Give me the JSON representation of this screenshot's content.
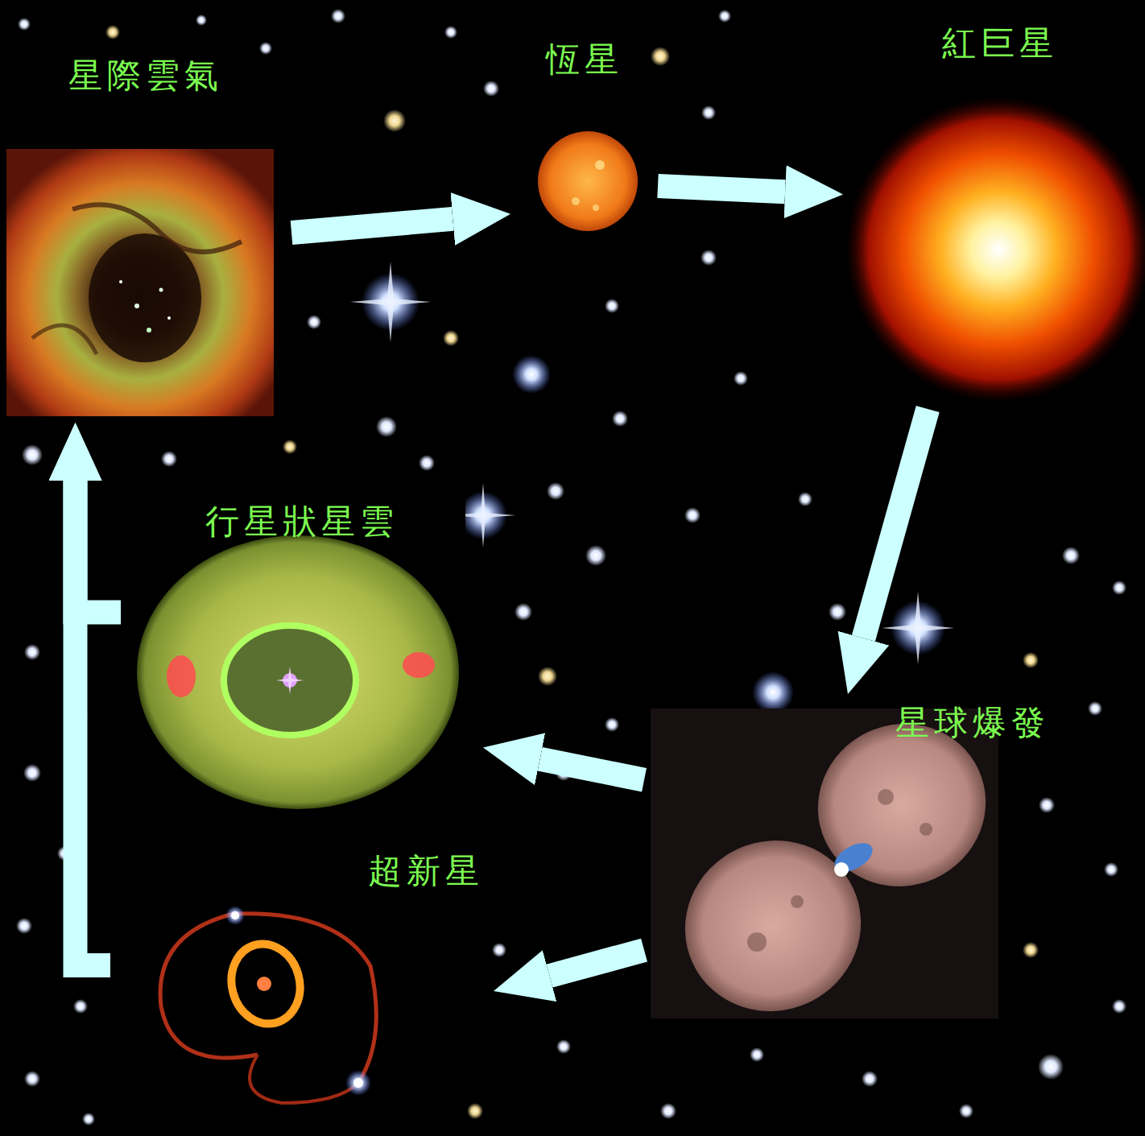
{
  "diagram": {
    "nodes": [
      {
        "text": [
          "星際雲氣"
        ]
      },
      {
        "text": [
          "恆星"
        ]
      },
      {
        "text": [
          "紅巨星"
        ]
      },
      {
        "text": [
          "星球爆發"
        ]
      },
      {
        "text": [
          "行星狀星雲"
        ]
      },
      {
        "text": [
          "超新星"
        ]
      }
    ],
    "edges": [
      {
        "from": 0,
        "to": 1,
        "arrow": "to"
      },
      {
        "from": 1,
        "to": 2,
        "arrow": "to"
      },
      {
        "from": 2,
        "to": 3,
        "arrow": "to"
      },
      {
        "from": 3,
        "to": 4,
        "arrow": "to"
      },
      {
        "from": 3,
        "to": 5,
        "arrow": "to"
      },
      {
        "from": 4,
        "to": 0,
        "arrow": "to"
      },
      {
        "from": 5,
        "to": 0,
        "arrow": "to"
      }
    ]
  }
}
